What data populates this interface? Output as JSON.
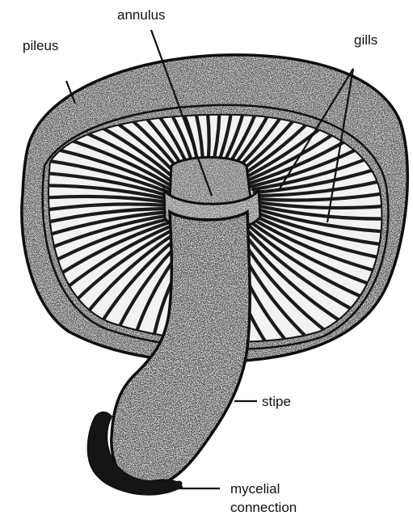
{
  "labels": {
    "annulus": "annulus",
    "pileus": "pileus",
    "gills": "gills",
    "stipe": "stipe",
    "mycelial_line1": "mycelial",
    "mycelial_line2": "connection"
  },
  "colors": {
    "ink": "#111111",
    "paper": "#ffffff",
    "cap_fill": "#d6d6d6",
    "stipe_fill": "#dedede",
    "gill_dark": "#1a1a1a",
    "mycelium": "#151515"
  }
}
